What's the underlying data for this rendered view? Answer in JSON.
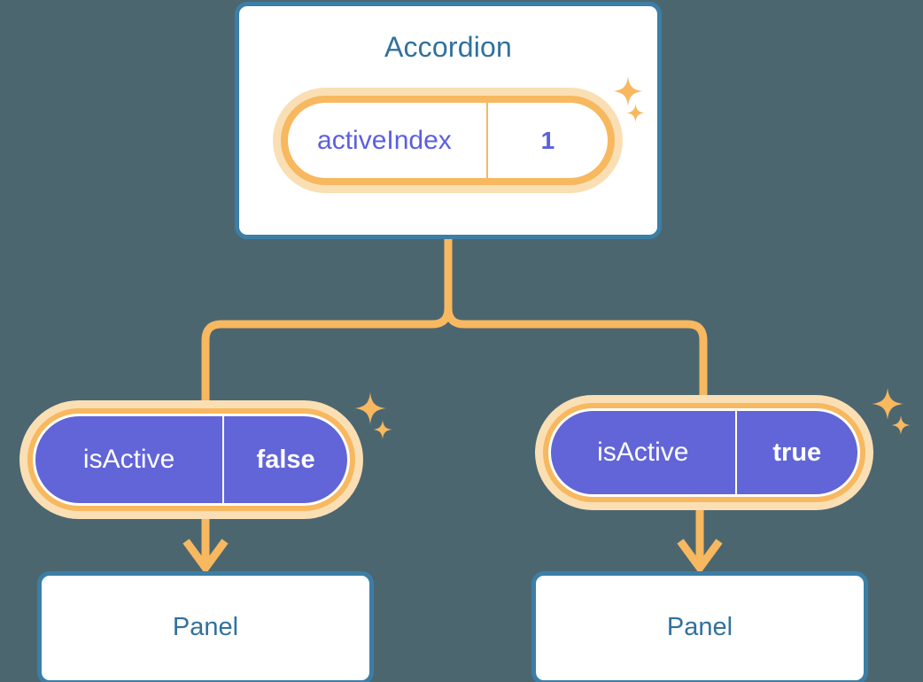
{
  "theme": {
    "background": "#4c6670",
    "card_border": "#3b7ea6",
    "title_text": "#31719c",
    "pill_ring": "#f7b85f",
    "pill_halo": "#fadfb4",
    "pill_fill_purple": "#6265d8",
    "pill_text_purple": "#5b5fe0",
    "connector": "#f7b85f"
  },
  "diagram": {
    "type": "component-state-tree",
    "root": {
      "title": "Accordion",
      "state": {
        "key": "activeIndex",
        "value": "1"
      }
    },
    "children": [
      {
        "state": {
          "key": "isActive",
          "value": "false"
        },
        "panel": {
          "title": "Panel"
        }
      },
      {
        "state": {
          "key": "isActive",
          "value": "true"
        },
        "panel": {
          "title": "Panel"
        }
      }
    ]
  },
  "icons": {
    "sparkle_large": "sparkle-icon",
    "sparkle_small": "sparkle-small-icon",
    "arrow_down": "arrow-down-icon"
  }
}
